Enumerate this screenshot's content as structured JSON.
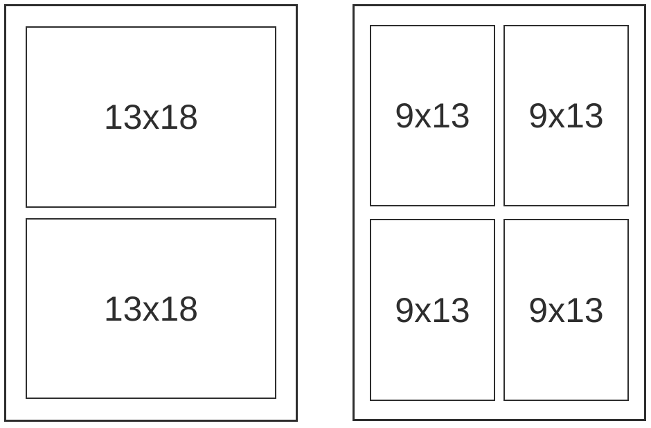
{
  "diagram": {
    "background": "#ffffff",
    "line_color": "#2e2e2e",
    "text_color": "#2e2e2e",
    "frames": [
      {
        "name": "two-opening-frame",
        "slots": [
          {
            "label": "13x18"
          },
          {
            "label": "13x18"
          }
        ]
      },
      {
        "name": "four-opening-frame",
        "slots": [
          {
            "label": "9x13"
          },
          {
            "label": "9x13"
          },
          {
            "label": "9x13"
          },
          {
            "label": "9x13"
          }
        ]
      }
    ]
  }
}
